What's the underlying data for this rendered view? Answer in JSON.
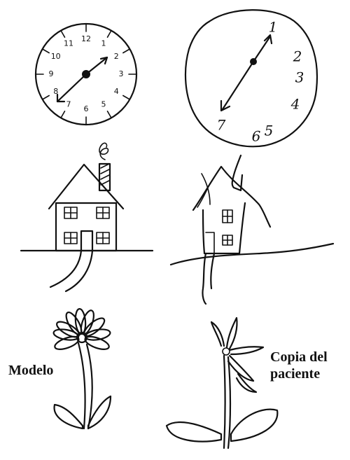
{
  "labels": {
    "model": "Modelo",
    "copy_line1": "Copia del",
    "copy_line2": "paciente"
  },
  "model_clock": {
    "numbers": [
      "12",
      "1",
      "2",
      "3",
      "4",
      "5",
      "6",
      "7",
      "8",
      "9",
      "10",
      "11"
    ]
  },
  "patient_clock": {
    "numbers": [
      "1",
      "2",
      "3",
      "4",
      "5",
      "6",
      "7"
    ]
  }
}
